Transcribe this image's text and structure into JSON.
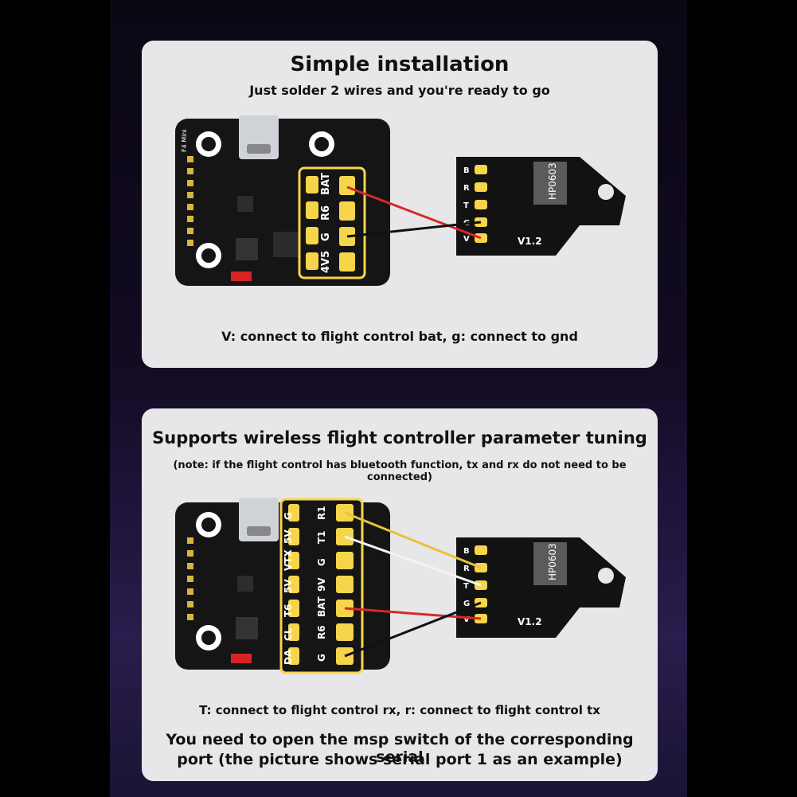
{
  "panel1": {
    "title": "Simple installation",
    "subtitle": "Just solder 2 wires and you're ready to go",
    "fc_labels": [
      "BAT",
      "R6",
      "G",
      "4V5"
    ],
    "fc_silk": "F4 Mini",
    "module_pins": [
      "B",
      "R",
      "T",
      "G",
      "V"
    ],
    "module_chip": "HP0603",
    "module_version": "V1.2",
    "caption": "V: connect to flight control bat, g: connect to gnd"
  },
  "panel2": {
    "title": "Supports wireless flight controller parameter tuning",
    "note": "(note: if the flight control has bluetooth function, tx and rx do not need to be connected)",
    "fc_col1": [
      "G",
      "5V",
      "VTX",
      "5V",
      "T6",
      "CL",
      "DA"
    ],
    "fc_col2": [
      "R1",
      "T1",
      "G",
      "9V",
      "BAT",
      "R6",
      "G"
    ],
    "module_pins": [
      "B",
      "R",
      "T",
      "G",
      "V"
    ],
    "module_chip": "HP0603",
    "module_version": "V1.2",
    "caption": "T: connect to flight control rx, r: connect to flight control tx",
    "bottom_line1": "You need to open the msp switch of the corresponding serial",
    "bottom_line2": "port (the picture shows serial port 1 as an example)"
  },
  "colors": {
    "pad_gold": "#f6d54a",
    "wire_red": "#d8282a",
    "wire_black": "#111111",
    "wire_yellow": "#e8c23a",
    "wire_white": "#f4f4f4",
    "pcb": "#121212"
  }
}
